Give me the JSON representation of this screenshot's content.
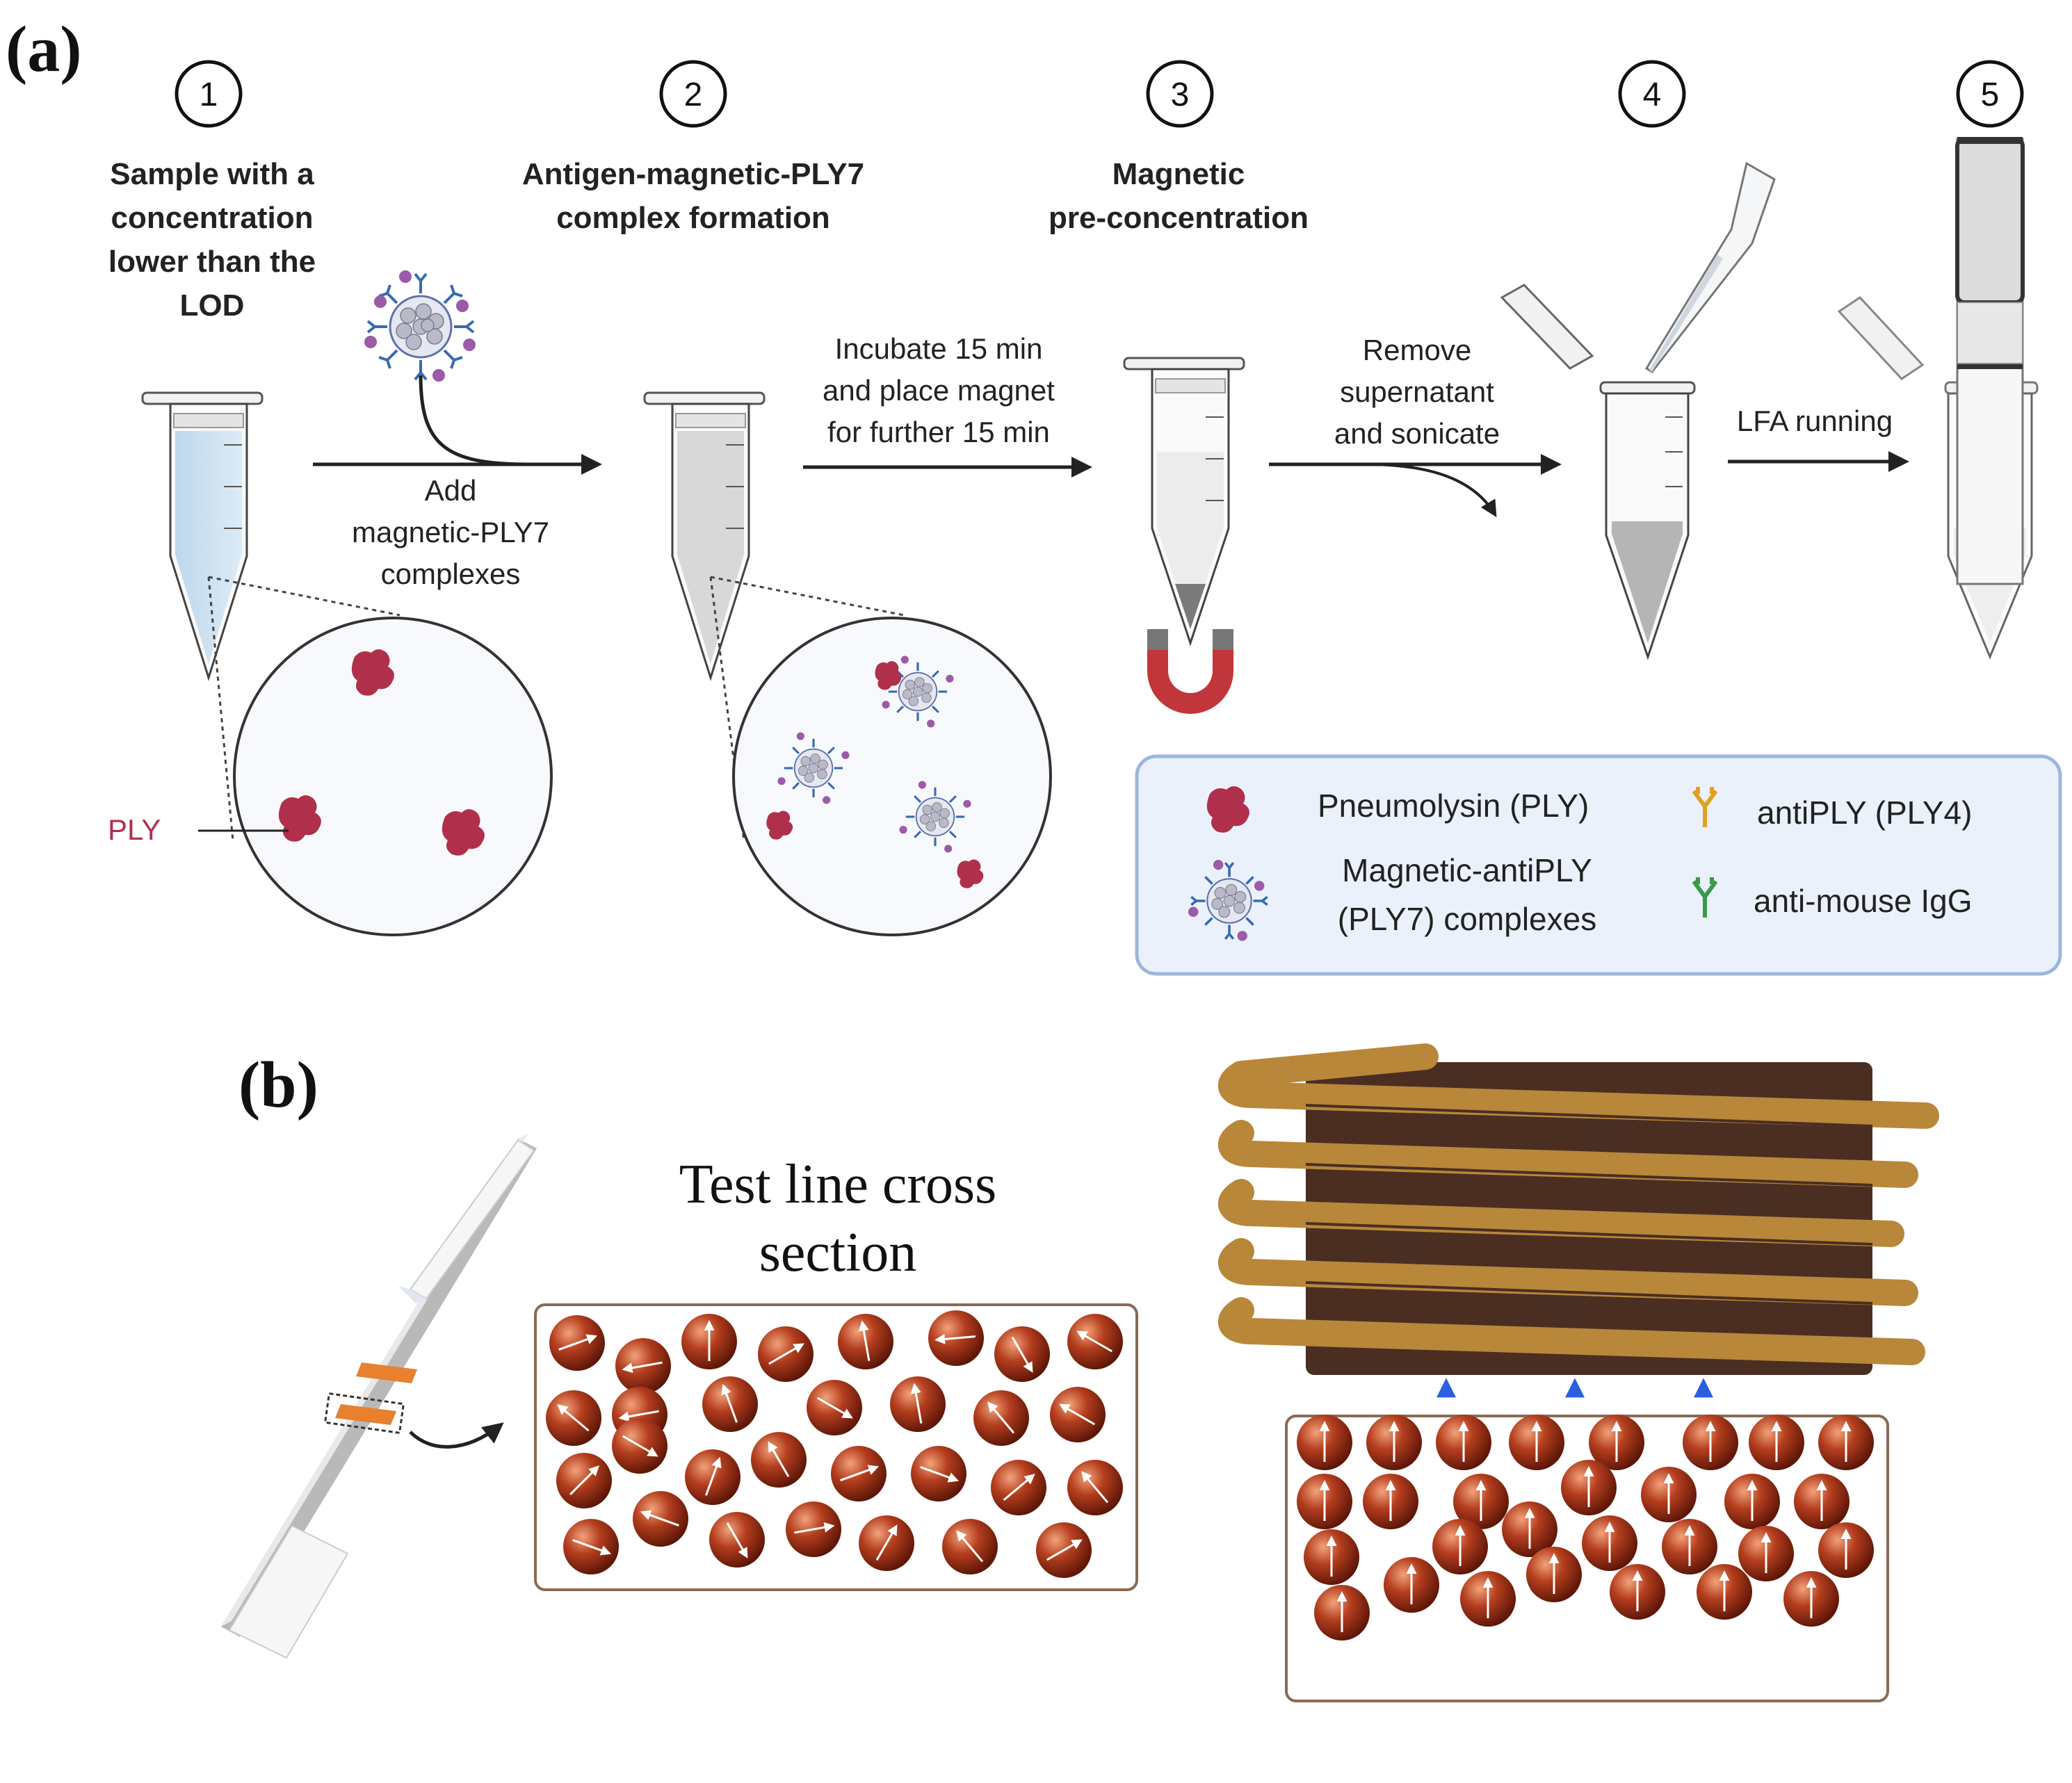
{
  "panel_a": {
    "label": "(a)",
    "steps": [
      {
        "number": "1",
        "title_lines": [
          "Sample with a",
          "concentration",
          "lower than the",
          "LOD"
        ]
      },
      {
        "number": "2",
        "title_lines": [
          "Antigen-magnetic-PLY7",
          "complex formation"
        ]
      },
      {
        "number": "3",
        "title_lines": [
          "Magnetic",
          "pre-concentration"
        ]
      },
      {
        "number": "4",
        "title_lines": []
      },
      {
        "number": "5",
        "title_lines": []
      }
    ],
    "arrow_labels": {
      "add": [
        "Add",
        "magnetic-PLY7",
        "complexes"
      ],
      "incubate": [
        "Incubate 15 min",
        "and place magnet",
        "for further 15 min"
      ],
      "remove": [
        "Remove",
        "supernatant",
        "and sonicate"
      ],
      "lfa": [
        "LFA running"
      ]
    },
    "ply_label": "PLY",
    "legend": {
      "pneumolysin": "Pneumolysin (PLY)",
      "complex_lines": [
        "Magnetic-antiPLY",
        "(PLY7) complexes"
      ],
      "antiply": "antiPLY (PLY4)",
      "antimouse": "anti-mouse IgG"
    },
    "colors": {
      "ply": "#b0304c",
      "antiply": "#e0a020",
      "antimouse": "#3a9a4a",
      "antibody": "#3a6ab0",
      "legend_bg": "#eaf1fb",
      "legend_border": "#9db6dc",
      "magnet": "#c0363a"
    }
  },
  "panel_b": {
    "label": "(b)",
    "title_lines": [
      "Test line cross",
      "section"
    ],
    "colors": {
      "particle": "#b03a1c",
      "coil": "#b8873a",
      "core": "#4a2e22",
      "field": "#2b5ee0",
      "test_line": "#e8802e"
    }
  }
}
